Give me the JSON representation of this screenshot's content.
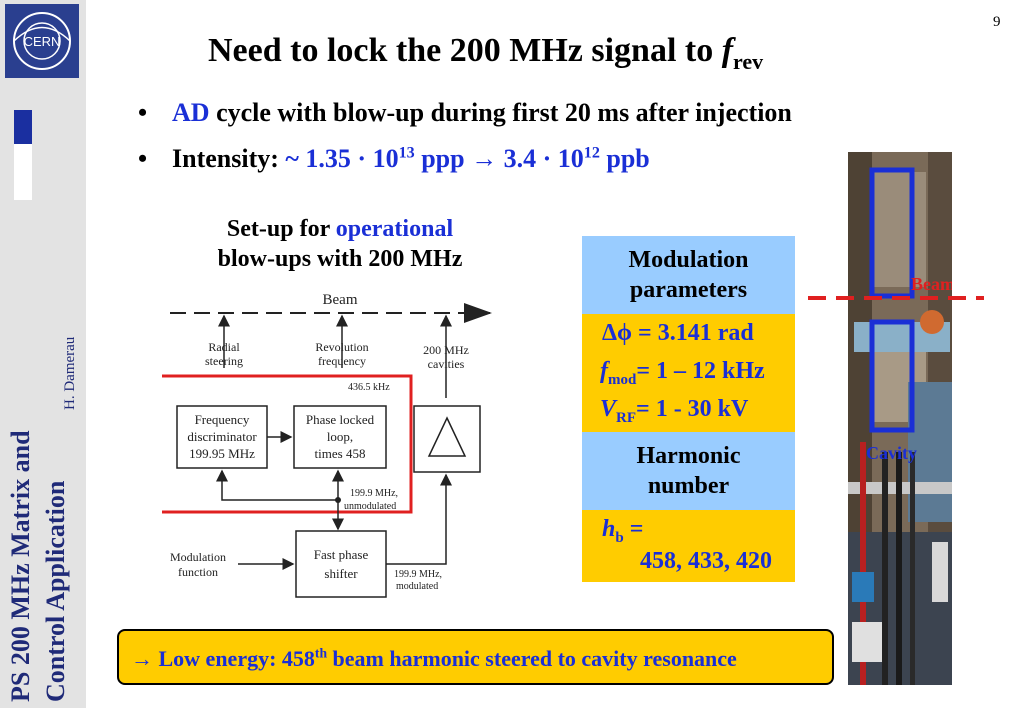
{
  "page_number": "9",
  "sidebar": {
    "logo_text": "CERN",
    "title_line1": "PS 200 MHz Matrix and",
    "title_line2": "Control Application",
    "author": "H. Damerau"
  },
  "title": {
    "main": "Need to lock the 200 MHz signal to ",
    "var": "f",
    "sub": "rev"
  },
  "bullets": [
    {
      "marker": "•",
      "highlight": "AD",
      "text": " cycle with blow-up during first 20 ms after injection"
    },
    {
      "marker": "•",
      "label": "Intensity: ",
      "v1": "~ 1.35 · 10",
      "e1": "13",
      "u1": " ppp → ",
      "v2": "3.4 · 10",
      "e2": "12",
      "u2": " ppb"
    }
  ],
  "setup_caption": {
    "pre": "Set-up for ",
    "highlight": "operational",
    "line2": "blow-ups with 200 MHz"
  },
  "diagram": {
    "beam": "Beam",
    "radial_1": "Radial",
    "radial_2": "steering",
    "rev_1": "Revolution",
    "rev_2": "frequency",
    "cav_1": "200 MHz",
    "cav_2": "cavities",
    "f436": "436.5 kHz",
    "fd_1": "Frequency",
    "fd_2": "discriminator",
    "fd_3": "199.95 MHz",
    "pll_1": "Phase locked",
    "pll_2": "loop,",
    "pll_3": "times 458",
    "u1": "199.9 MHz,",
    "u2": "unmodulated",
    "mod_1": "Modulation",
    "mod_2": "function",
    "fps_1": "Fast phase",
    "fps_2": "shifter",
    "m1": "199.9 MHz,",
    "m2": "modulated"
  },
  "table": {
    "header1_l1": "Modulation",
    "header1_l2": "parameters",
    "dphi": "Δϕ = 3.141 rad",
    "fmod_var": "f",
    "fmod_sub": "mod",
    "fmod_val": "= 1 – 12 kHz",
    "vrf_var": "V",
    "vrf_sub": "RF",
    "vrf_val": "= 1 - 30 kV",
    "header2_l1": "Harmonic",
    "header2_l2": "number",
    "h_var": "h",
    "h_sub": "b",
    "h_eq": " =",
    "h_vals": "458, 433, 420"
  },
  "photo": {
    "beam_label": "Beam",
    "cavity_label": "Cavity"
  },
  "callout": {
    "arrow": "→ ",
    "pre": "Low energy: 458",
    "sup": "th",
    "post": " beam harmonic steered to cavity resonance"
  },
  "colors": {
    "blue_text": "#1a2fd6",
    "table_blue": "#99ccff",
    "table_yellow": "#ffcc00",
    "red_box": "#e02020",
    "sidebar_text": "#1f2a78"
  }
}
